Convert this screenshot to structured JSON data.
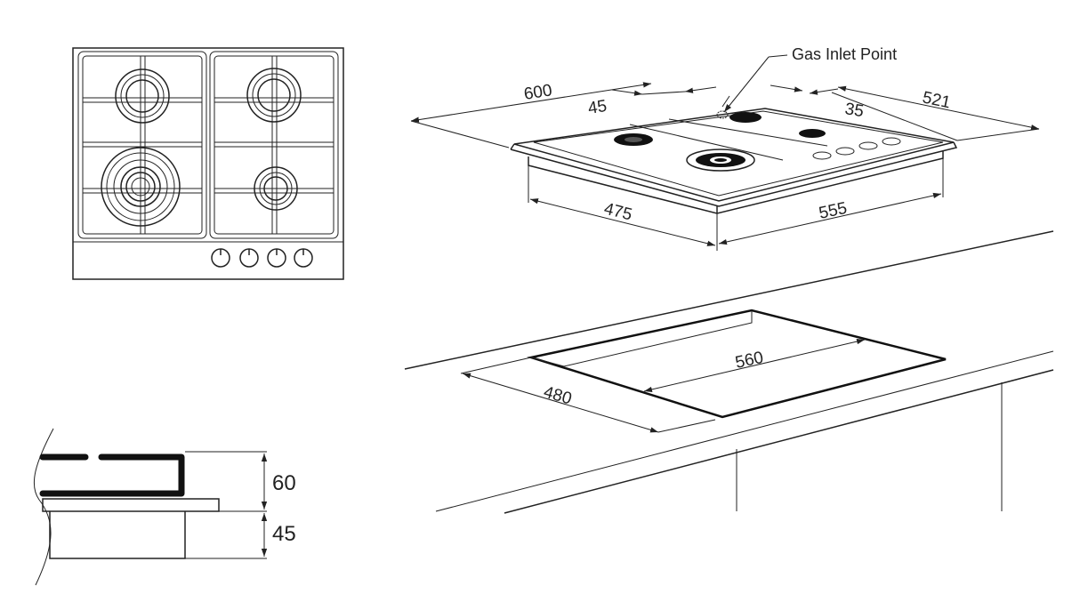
{
  "labels": {
    "gas_inlet": "Gas Inlet Point"
  },
  "dimensions": {
    "width_total": "600",
    "offset_left": "45",
    "offset_right": "35",
    "depth_total": "521",
    "base_depth": "475",
    "base_width": "555",
    "cutout_width": "560",
    "cutout_depth": "480",
    "height_top": "60",
    "height_bottom": "45"
  },
  "colors": {
    "line": "#222222",
    "background": "#ffffff"
  }
}
